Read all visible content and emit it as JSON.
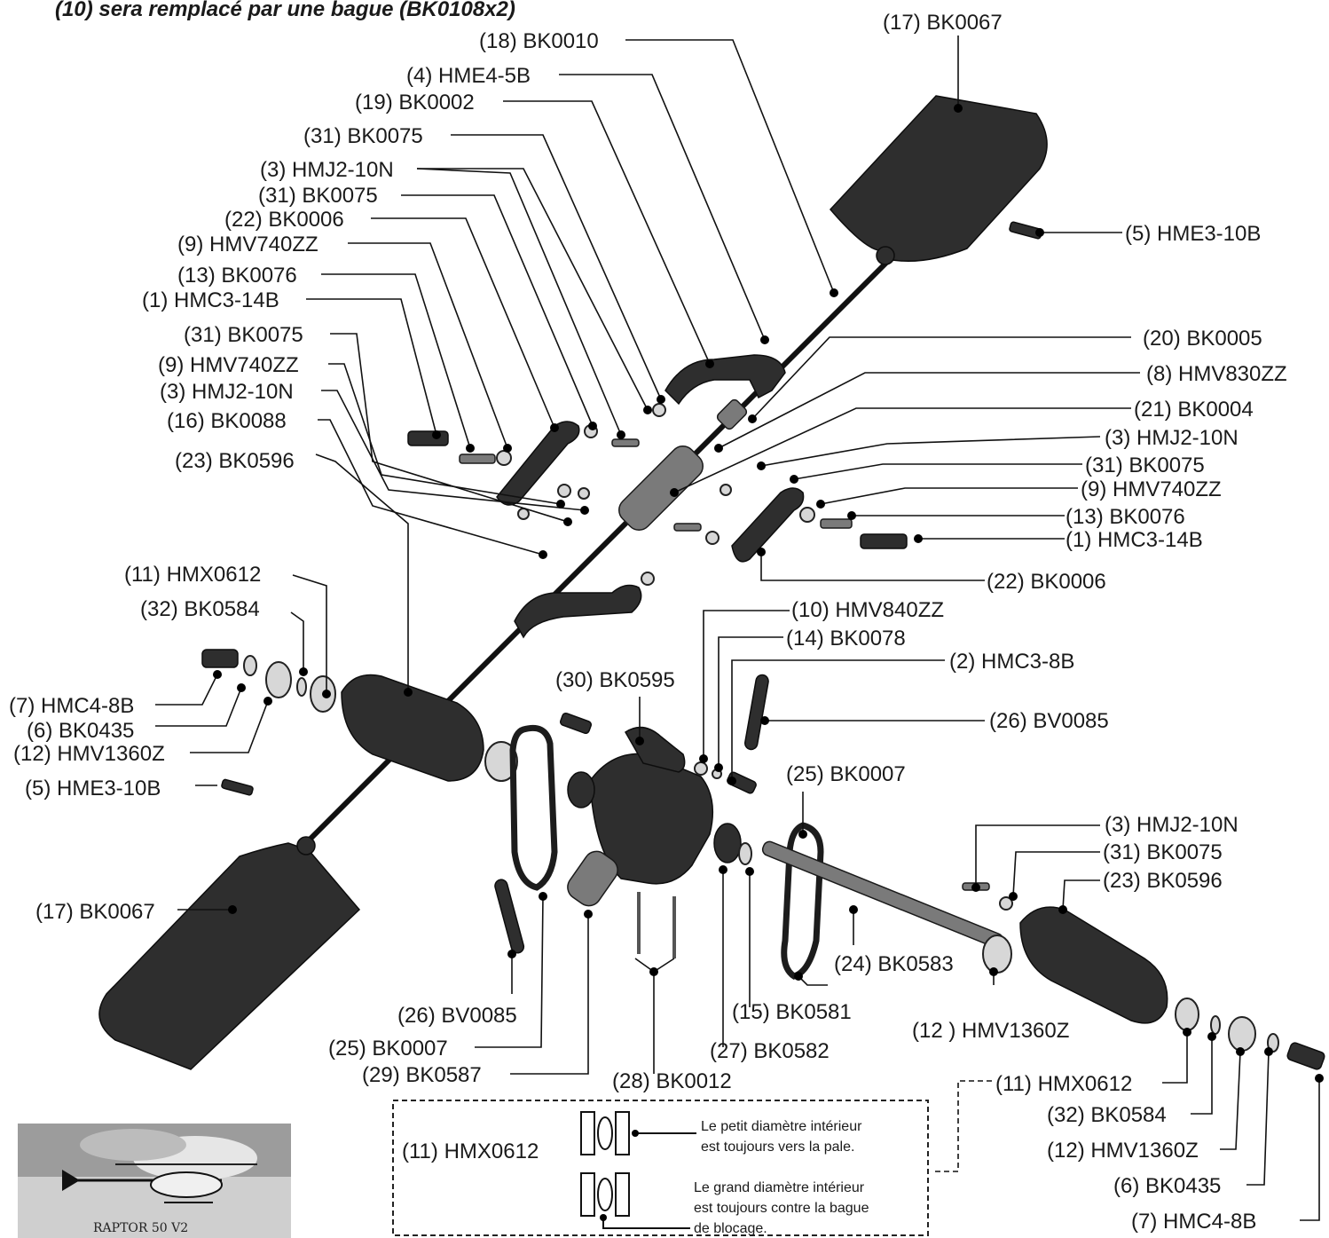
{
  "header_text": "(10) sera remplacé par une bague (BK0108x2)",
  "labels": {
    "l_17a": "(17) BK0067",
    "l_18": "(18) BK0010",
    "l_4": "(4) HME4-5B",
    "l_19": "(19) BK0002",
    "l_31a": "(31) BK0075",
    "l_3a": "(3) HMJ2-10N",
    "l_31b": "(31) BK0075",
    "l_22a": "(22) BK0006",
    "l_9a": "(9) HMV740ZZ",
    "l_13a": "(13) BK0076",
    "l_1a": "(1) HMC3-14B",
    "l_31c": "(31) BK0075",
    "l_9b": "(9) HMV740ZZ",
    "l_3b": "(3) HMJ2-10N",
    "l_16": "(16) BK0088",
    "l_23a": "(23) BK0596",
    "l_5a": "(5) HME3-10B",
    "l_20": "(20) BK0005",
    "l_8": "(8) HMV830ZZ",
    "l_21": "(21) BK0004",
    "l_3c": "(3) HMJ2-10N",
    "l_31d": "(31) BK0075",
    "l_9c": "(9) HMV740ZZ",
    "l_13b": "(13) BK0076",
    "l_1b": "(1) HMC3-14B",
    "l_22b": "(22) BK0006",
    "l_11a": "(11) HMX0612",
    "l_32a": "(32) BK0584",
    "l_7a": "(7) HMC4-8B",
    "l_6a": "(6) BK0435",
    "l_12a": "(12) HMV1360Z",
    "l_5b": "(5) HME3-10B",
    "l_10": "(10) HMV840ZZ",
    "l_14": "(14) BK0078",
    "l_2": "(2) HMC3-8B",
    "l_30": "(30) BK0595",
    "l_26a": "(26) BV0085",
    "l_25a": "(25) BK0007",
    "l_3d": "(3) HMJ2-10N",
    "l_31e": "(31) BK0075",
    "l_23b": "(23) BK0596",
    "l_17b": "(17) BK0067",
    "l_24": "(24) BK0583",
    "l_12b": "(12 ) HMV1360Z",
    "l_15": "(15) BK0581",
    "l_26b": "(26) BV0085",
    "l_25b": "(25) BK0007",
    "l_27": "(27) BK0582",
    "l_29": "(29) BK0587",
    "l_28": "(28) BK0012",
    "l_11b": "(11) HMX0612",
    "l_32b": "(32) BK0584",
    "l_12c": "(12) HMV1360Z",
    "l_6b": "(6) BK0435",
    "l_7b": "(7) HMC4-8B"
  },
  "note_box": {
    "part_label": "(11) HMX0612",
    "note1_line1": "Le petit diamètre intérieur",
    "note1_line2": "est  toujours vers la pale.",
    "note2_line1": "Le grand diamètre intérieur",
    "note2_line2": "est  toujours contre la bague",
    "note2_line3": "de blocage."
  },
  "thumbnail": {
    "logo_text": "RAPTOR 50 V2"
  }
}
